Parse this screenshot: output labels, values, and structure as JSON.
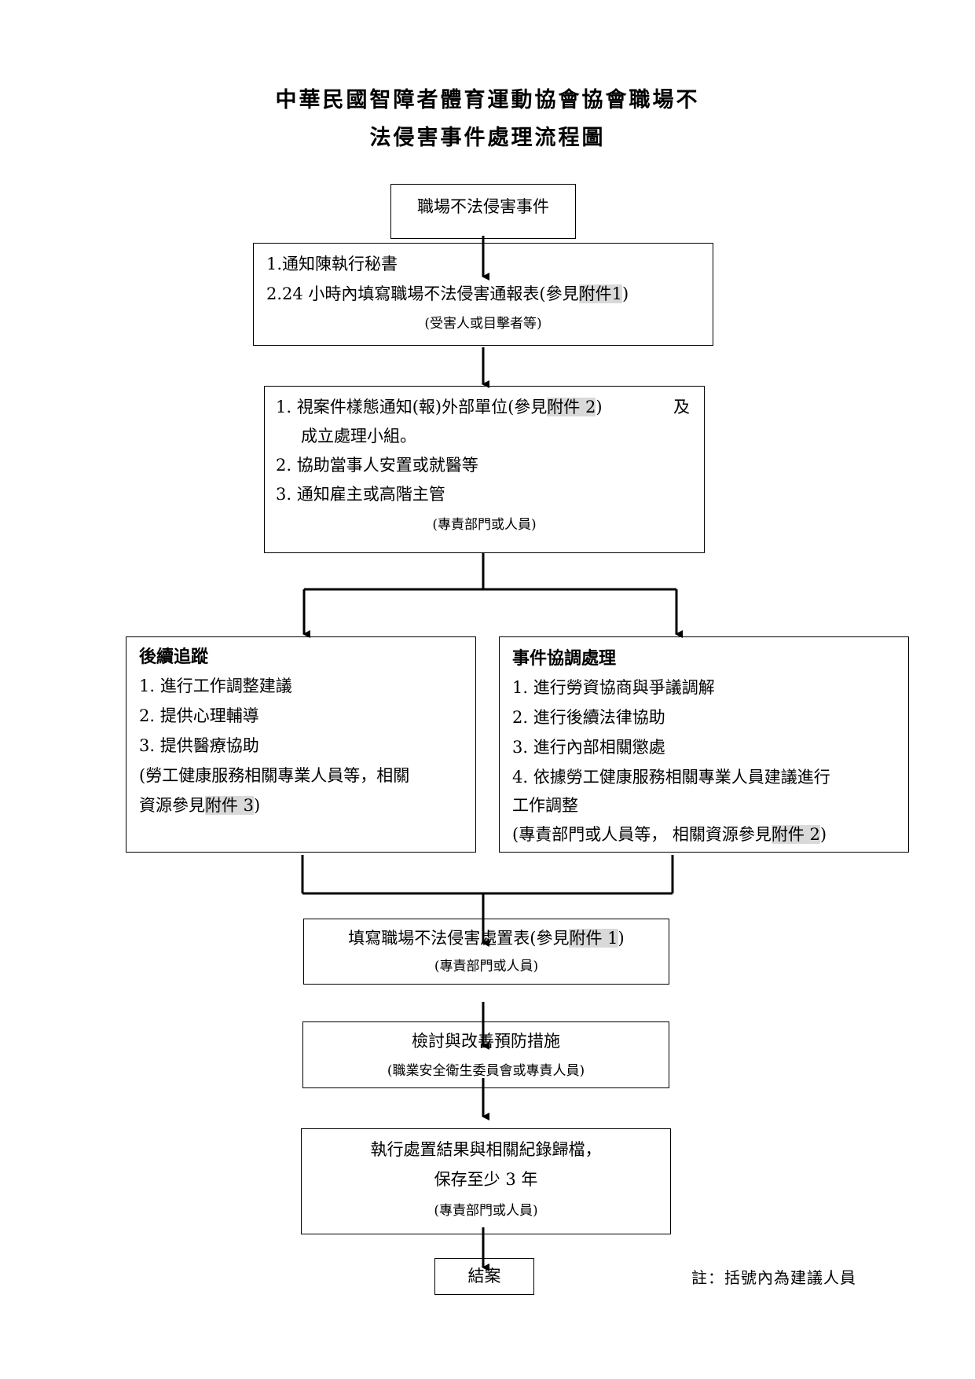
{
  "title": {
    "line1": "中華民國智障者體育運動協會協會職場不",
    "line2": "法侵害事件處理流程圖"
  },
  "box_start": {
    "text": "職場不法侵害事件"
  },
  "box_report": {
    "item1": "1.通知陳執行秘書",
    "item2_pre": "2.24 小時內填寫職場不法侵害通報表(參見",
    "item2_hl": "附件1",
    "item2_post": ")",
    "note": "(受害人或目擊者等)"
  },
  "box_notify": {
    "item1_pre": "1. 視案件樣態通知(報)外部單位(參見",
    "item1_hl": "附件 2",
    "item1_post": ")",
    "item1_tail": "及",
    "item1_cont": "成立處理小組。",
    "item2": "2. 協助當事人安置或就醫等",
    "item3": "3. 通知雇主或高階主管",
    "note": "(專責部門或人員)"
  },
  "box_followup": {
    "heading": "後續追蹤",
    "item1": "1. 進行工作調整建議",
    "item2": "2. 提供心理輔導",
    "item3": "3. 提供醫療協助",
    "note1": "(勞工健康服務相關專業人員等，相關",
    "note2_pre": "資源參見",
    "note2_hl": "附件 3",
    "note2_post": ")"
  },
  "box_coordinate": {
    "heading": "事件協調處理",
    "item1": "1. 進行勞資協商與爭議調解",
    "item2": "2. 進行後續法律協助",
    "item3": "3. 進行內部相關懲處",
    "item4": "4. 依據勞工健康服務相關專業人員建議進行",
    "item4_cont": "工作調整",
    "note_pre": "(專責部門或人員等，  相關資源參見",
    "note_hl": "附件 2",
    "note_post": ")"
  },
  "box_form": {
    "text_pre": "填寫職場不法侵害處置表(參見",
    "text_hl": "附件   1",
    "text_post": ")",
    "note": "(專責部門或人員)"
  },
  "box_review": {
    "text": "檢討與改善預防措施",
    "note": "(職業安全衛生委員會或專責人員)"
  },
  "box_archive": {
    "line1": "執行處置結果與相關紀錄歸檔，",
    "line2": "保存至少 3 年",
    "note": "(專責部門或人員)"
  },
  "box_end": {
    "text": "結案"
  },
  "footnote": "註：括號內為建議人員"
}
